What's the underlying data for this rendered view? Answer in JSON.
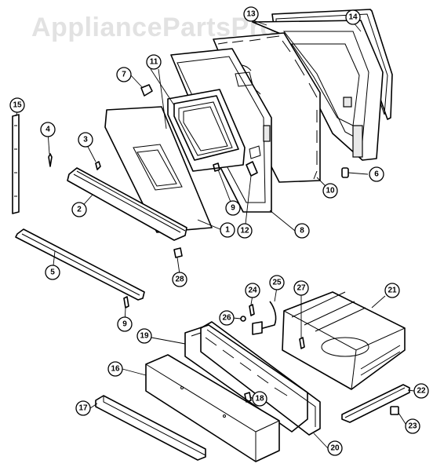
{
  "watermark": "AppliancePartsPros.com",
  "callouts": [
    {
      "id": "c1",
      "label": "1"
    },
    {
      "id": "c2",
      "label": "2"
    },
    {
      "id": "c3",
      "label": "3"
    },
    {
      "id": "c4",
      "label": "4"
    },
    {
      "id": "c5",
      "label": "5"
    },
    {
      "id": "c6",
      "label": "6"
    },
    {
      "id": "c7",
      "label": "7"
    },
    {
      "id": "c8",
      "label": "8"
    },
    {
      "id": "c9a",
      "label": "9"
    },
    {
      "id": "c9b",
      "label": "9"
    },
    {
      "id": "c10",
      "label": "10"
    },
    {
      "id": "c11",
      "label": "11"
    },
    {
      "id": "c12",
      "label": "12"
    },
    {
      "id": "c13",
      "label": "13"
    },
    {
      "id": "c14",
      "label": "14"
    },
    {
      "id": "c15",
      "label": "15"
    },
    {
      "id": "c16",
      "label": "16"
    },
    {
      "id": "c17",
      "label": "17"
    },
    {
      "id": "c18",
      "label": "18"
    },
    {
      "id": "c19",
      "label": "19"
    },
    {
      "id": "c20",
      "label": "20"
    },
    {
      "id": "c21",
      "label": "21"
    },
    {
      "id": "c22",
      "label": "22"
    },
    {
      "id": "c23",
      "label": "23"
    },
    {
      "id": "c24",
      "label": "24"
    },
    {
      "id": "c25",
      "label": "25"
    },
    {
      "id": "c26",
      "label": "26"
    },
    {
      "id": "c27",
      "label": "27"
    },
    {
      "id": "c28",
      "label": "28"
    }
  ]
}
